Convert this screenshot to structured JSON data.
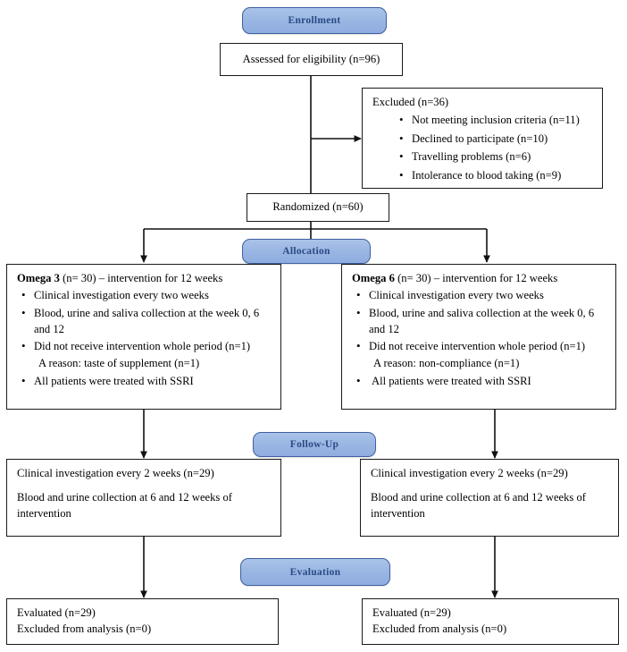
{
  "diagram": {
    "title": "CONSORT participant flow diagram",
    "accent_blue": "#9ab6e2",
    "accent_blue_border": "#3f60a0",
    "label_text_color": "#2a4a85",
    "box_border_color": "#1a1a1a",
    "background": "#ffffff"
  },
  "stages": {
    "enrollment": "Enrollment",
    "allocation": "Allocation",
    "followup": "Follow-Up",
    "evaluation": "Evaluation"
  },
  "nodes": {
    "assessed": {
      "text": "Assessed for eligibility (n=96)"
    },
    "excluded": {
      "header": "Excluded (n=36)",
      "reasons": [
        "Not meeting inclusion criteria (n=11)",
        "Declined to participate (n=10)",
        "Travelling problems (n=6)",
        "Intolerance to blood taking (n=9)"
      ]
    },
    "randomized": {
      "text": "Randomized (n=60)"
    },
    "omega3": {
      "header_bold": "Omega 3",
      "header_rest": " (n= 30) – intervention for 12 weeks",
      "items": [
        {
          "style": "bullet",
          "text": "Clinical investigation every two weeks"
        },
        {
          "style": "bullet",
          "text": "Blood, urine and saliva collection at the week 0, 6 and 12"
        },
        {
          "style": "bullet",
          "text": "Did not receive intervention whole period (n=1)"
        },
        {
          "style": "plain",
          "text": "A reason: taste of supplement (n=1)"
        },
        {
          "style": "bullet",
          "text": "All patients were treated with SSRI"
        }
      ]
    },
    "omega6": {
      "header_bold": "Omega 6",
      "header_rest": " (n= 30) – intervention for 12 weeks",
      "items": [
        {
          "style": "bullet",
          "text": "Clinical investigation every two weeks"
        },
        {
          "style": "bullet",
          "text": "Blood, urine and saliva collection at the week 0, 6 and 12"
        },
        {
          "style": "bullet",
          "text": "Did not receive intervention whole period (n=1)"
        },
        {
          "style": "plain",
          "text": "A reason: non-compliance  (n=1)"
        },
        {
          "style": "bullet-indent",
          "text": "All patients were treated with SSRI"
        }
      ]
    },
    "followup_left": {
      "line1": "Clinical investigation every 2 weeks (n=29)",
      "line2": "Blood and urine collection at 6 and 12 weeks of intervention"
    },
    "followup_right": {
      "line1": "Clinical investigation every 2 weeks (n=29)",
      "line2": "Blood and urine collection at 6 and 12 weeks of intervention"
    },
    "evaluation_left": {
      "line1": "Evaluated (n=29)",
      "line2": "Excluded from analysis (n=0)"
    },
    "evaluation_right": {
      "line1": "Evaluated (n=29)",
      "line2": "Excluded from analysis (n=0)"
    }
  }
}
